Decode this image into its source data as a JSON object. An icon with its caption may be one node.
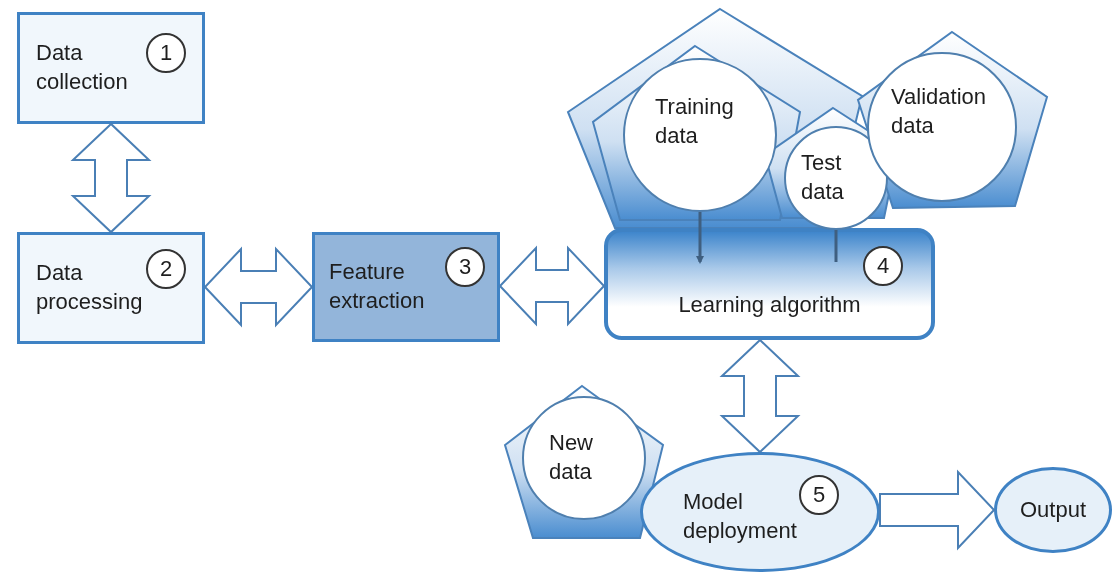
{
  "diagram": {
    "nodes": [
      {
        "text": [
          "Data collection",
          "1"
        ]
      },
      {
        "text": [
          "Data processing",
          "2"
        ]
      },
      {
        "text": [
          "Feature extraction",
          "3"
        ]
      },
      {
        "text": [
          "Learning algorithm",
          "4"
        ]
      },
      {
        "text": [
          "Training data"
        ]
      },
      {
        "text": [
          "Test data"
        ]
      },
      {
        "text": [
          "Validation data"
        ]
      },
      {
        "text": [
          "New data"
        ]
      },
      {
        "text": [
          "Model deployment",
          "5"
        ]
      },
      {
        "text": [
          "Output"
        ]
      }
    ],
    "edges": [
      {
        "from": 0,
        "to": 1,
        "arrow": "both",
        "style": "thick"
      },
      {
        "from": 1,
        "to": 2,
        "arrow": "both",
        "style": "thick"
      },
      {
        "from": 2,
        "to": 3,
        "arrow": "both",
        "style": "thick"
      },
      {
        "from": 4,
        "to": 3,
        "arrow": "to"
      },
      {
        "from": 5,
        "to": 3,
        "arrow": "none"
      },
      {
        "from": 3,
        "to": 8,
        "arrow": "both",
        "style": "thick"
      },
      {
        "from": 8,
        "to": 9,
        "arrow": "to",
        "style": "thick"
      }
    ]
  }
}
